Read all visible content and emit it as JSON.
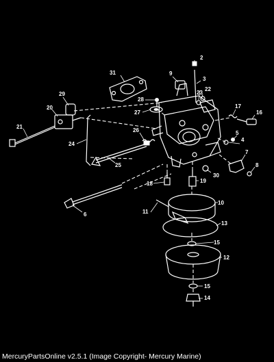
{
  "caption": "MercuryPartsOnline v2.5.1 (Image Copyright- Mercury Marine)",
  "callouts": [
    {
      "id": "2",
      "label": "2"
    },
    {
      "id": "3",
      "label": "3"
    },
    {
      "id": "4",
      "label": "4"
    },
    {
      "id": "5",
      "label": "5"
    },
    {
      "id": "6",
      "label": "6"
    },
    {
      "id": "7",
      "label": "7"
    },
    {
      "id": "8",
      "label": "8"
    },
    {
      "id": "9",
      "label": "9"
    },
    {
      "id": "10",
      "label": "10"
    },
    {
      "id": "11",
      "label": "11"
    },
    {
      "id": "12",
      "label": "12"
    },
    {
      "id": "13",
      "label": "13"
    },
    {
      "id": "14",
      "label": "14"
    },
    {
      "id": "15a",
      "label": "15"
    },
    {
      "id": "15b",
      "label": "15"
    },
    {
      "id": "16",
      "label": "16"
    },
    {
      "id": "17",
      "label": "17"
    },
    {
      "id": "18",
      "label": "18"
    },
    {
      "id": "19",
      "label": "19"
    },
    {
      "id": "20",
      "label": "20"
    },
    {
      "id": "21",
      "label": "21"
    },
    {
      "id": "22",
      "label": "22"
    },
    {
      "id": "23",
      "label": "23"
    },
    {
      "id": "24",
      "label": "24"
    },
    {
      "id": "25",
      "label": "25"
    },
    {
      "id": "26",
      "label": "26"
    },
    {
      "id": "27",
      "label": "27"
    },
    {
      "id": "28",
      "label": "28"
    },
    {
      "id": "29",
      "label": "29"
    },
    {
      "id": "30",
      "label": "30"
    },
    {
      "id": "31",
      "label": "31"
    }
  ]
}
